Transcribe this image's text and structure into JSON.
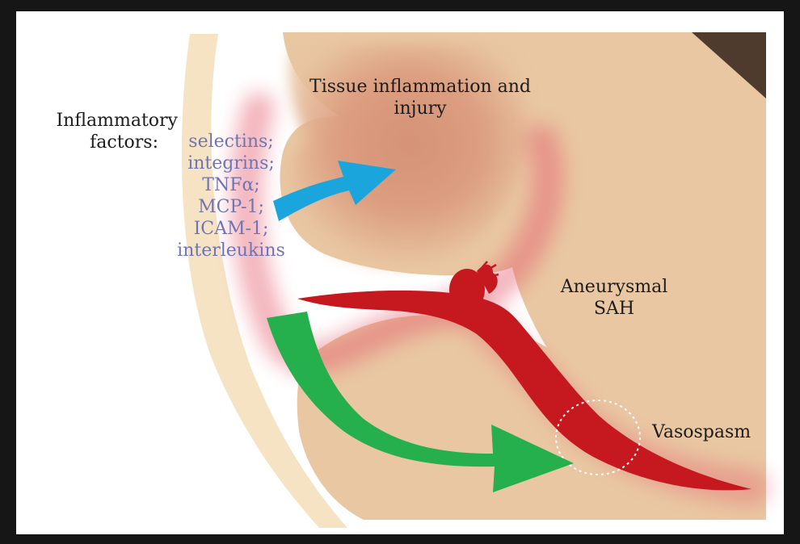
{
  "diagram": {
    "inflammatory_factors_label": [
      "Inflammatory",
      "factors:"
    ],
    "factor_list": [
      "selectins;",
      "integrins;",
      "TNFα;",
      "MCP-1;",
      "ICAM-1;",
      "interleukins"
    ],
    "tissue_label": [
      "Tissue inflammation and",
      "injury"
    ],
    "aneurysm_label": [
      "Aneurysmal",
      "SAH"
    ],
    "vasospasm_label": "Vasospasm"
  },
  "colors": {
    "frame": "#161616",
    "background": "#ffffff",
    "bone": "#f6e3c4",
    "brain_tissue": "#e9c7a2",
    "inflamed_tissue": "#d9957a",
    "dark_corner": "#4e3b2d",
    "vessel_red": "#c5191f",
    "blood_glow": "#e45a6c",
    "arrow_blue": "#1aa6dc",
    "arrow_green": "#26b04d",
    "factor_text": "#6f74b4",
    "label_text": "#1c1c1c"
  },
  "icons": [
    "blue-arrow-icon",
    "green-arrow-icon",
    "aneurysm-icon",
    "vessel-icon"
  ]
}
